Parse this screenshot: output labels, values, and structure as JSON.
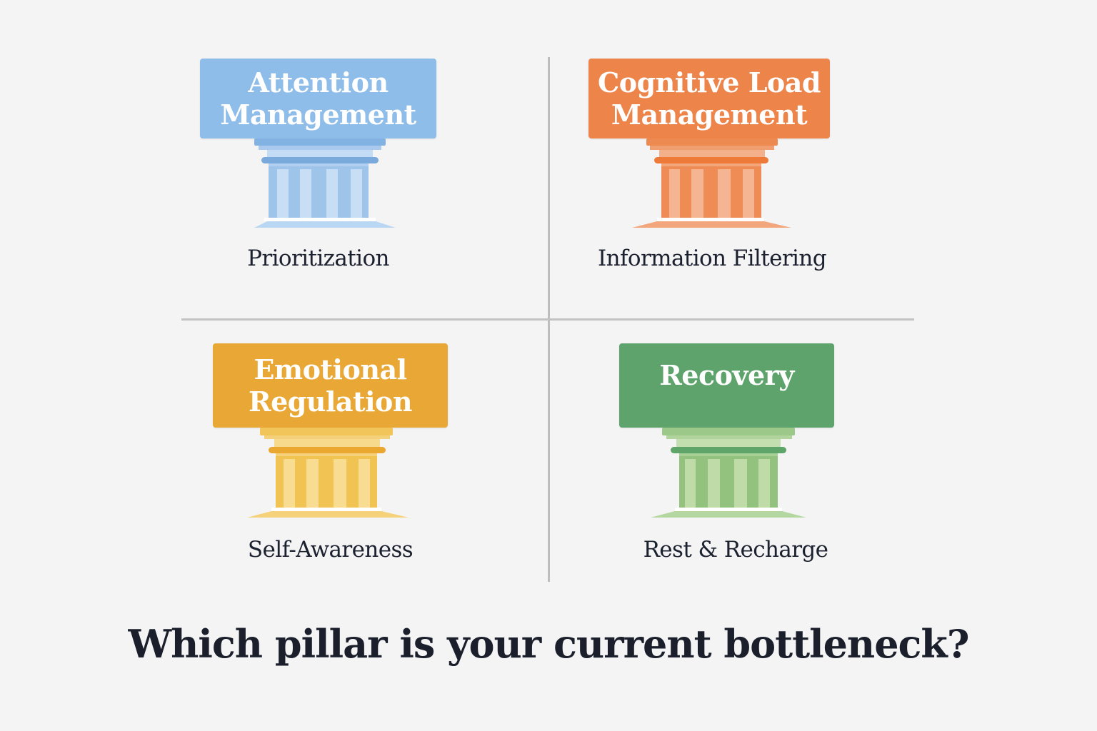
{
  "pillars": [
    {
      "id": "attention",
      "title_line1": "Attention",
      "title_line2": "Management",
      "subtitle": "Prioritization",
      "colors": {
        "box": "#8fbdea",
        "capital_dark": "#82b2e2",
        "capital_light": "#b5d3f2",
        "ring": "#7aaadc",
        "shaft": "#9fc4ea",
        "flute": "#c7def5",
        "base": "#b9d6f2"
      }
    },
    {
      "id": "cognitive",
      "title_line1": "Cognitive Load",
      "title_line2": "Management",
      "subtitle": "Information Filtering",
      "colors": {
        "box": "#ed844a",
        "capital_dark": "#ec8a52",
        "capital_light": "#f4b08a",
        "ring": "#ee7a3a",
        "shaft": "#ef8c55",
        "flute": "#f5b592",
        "base": "#f3a57b"
      }
    },
    {
      "id": "emotional",
      "title_line1": "Emotional",
      "title_line2": "Regulation",
      "subtitle": "Self-Awareness",
      "colors": {
        "box": "#e9a735",
        "capital_dark": "#f1c55a",
        "capital_light": "#f7da8c",
        "ring": "#eaa830",
        "shaft": "#f1c352",
        "flute": "#f8dc92",
        "base": "#f5d27a"
      }
    },
    {
      "id": "recovery",
      "title_line1": "Recovery",
      "title_line2": "",
      "subtitle": "Rest & Recharge",
      "colors": {
        "box": "#5da36b",
        "capital_dark": "#9cc88a",
        "capital_light": "#c3dfaf",
        "ring": "#5fa468",
        "shaft": "#93c27f",
        "flute": "#bfdca8",
        "base": "#b4d6a1"
      }
    }
  ],
  "question": "Which pillar is your current bottleneck?"
}
